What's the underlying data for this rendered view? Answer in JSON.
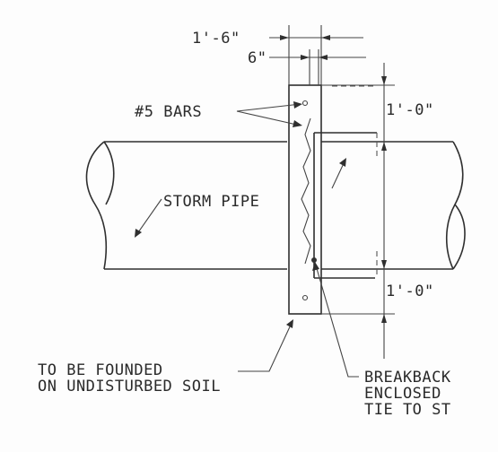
{
  "labels": {
    "dim_top_outer": "1'-6\"",
    "dim_top_inner": "6\"",
    "bars": "#5 BARS",
    "dim_right_upper": "1'-0\"",
    "dim_right_lower": "1'-0\"",
    "pipe": "STORM PIPE",
    "founded_line1": "TO BE FOUNDED",
    "founded_line2": "ON UNDISTURBED SOIL",
    "breakback_line1": "BREAKBACK",
    "breakback_line2": "ENCLOSED",
    "breakback_line3": "TIE TO ST"
  },
  "colors": {
    "ink": "#2f2f2f",
    "paper": "#fdfdfd"
  }
}
